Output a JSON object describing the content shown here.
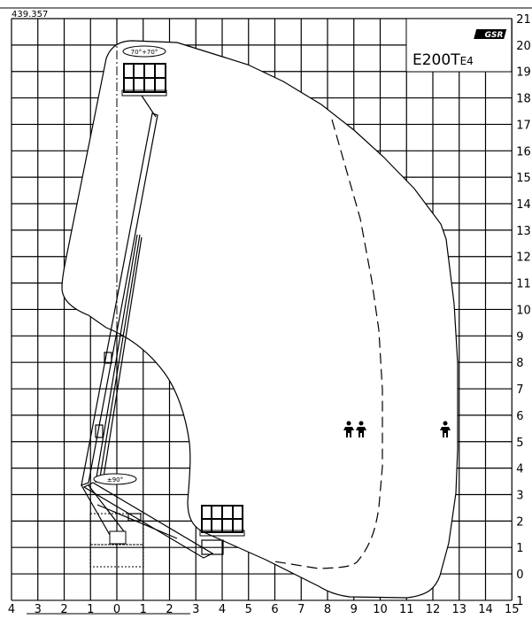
{
  "header": {
    "code": "439.357"
  },
  "label_box": {
    "logo": "GSR",
    "model": "E200T",
    "model_suffix": "E4"
  },
  "annotations": {
    "basket_rotation": "70°+70°",
    "turret_rotation": "±90°"
  },
  "axes": {
    "x_labels": [
      "4",
      "3",
      "2",
      "1",
      "0",
      "1",
      "2",
      "3",
      "4",
      "5",
      "6",
      "7",
      "8",
      "9",
      "10",
      "11",
      "12",
      "13",
      "14",
      "15"
    ],
    "y_labels": [
      "21",
      "20",
      "19",
      "18",
      "17",
      "16",
      "15",
      "14",
      "13",
      "12",
      "11",
      "10",
      "9",
      "8",
      "7",
      "6",
      "5",
      "4",
      "3",
      "2",
      "1",
      "0",
      "1"
    ]
  },
  "colors": {
    "line": "#000000",
    "background": "#ffffff"
  }
}
